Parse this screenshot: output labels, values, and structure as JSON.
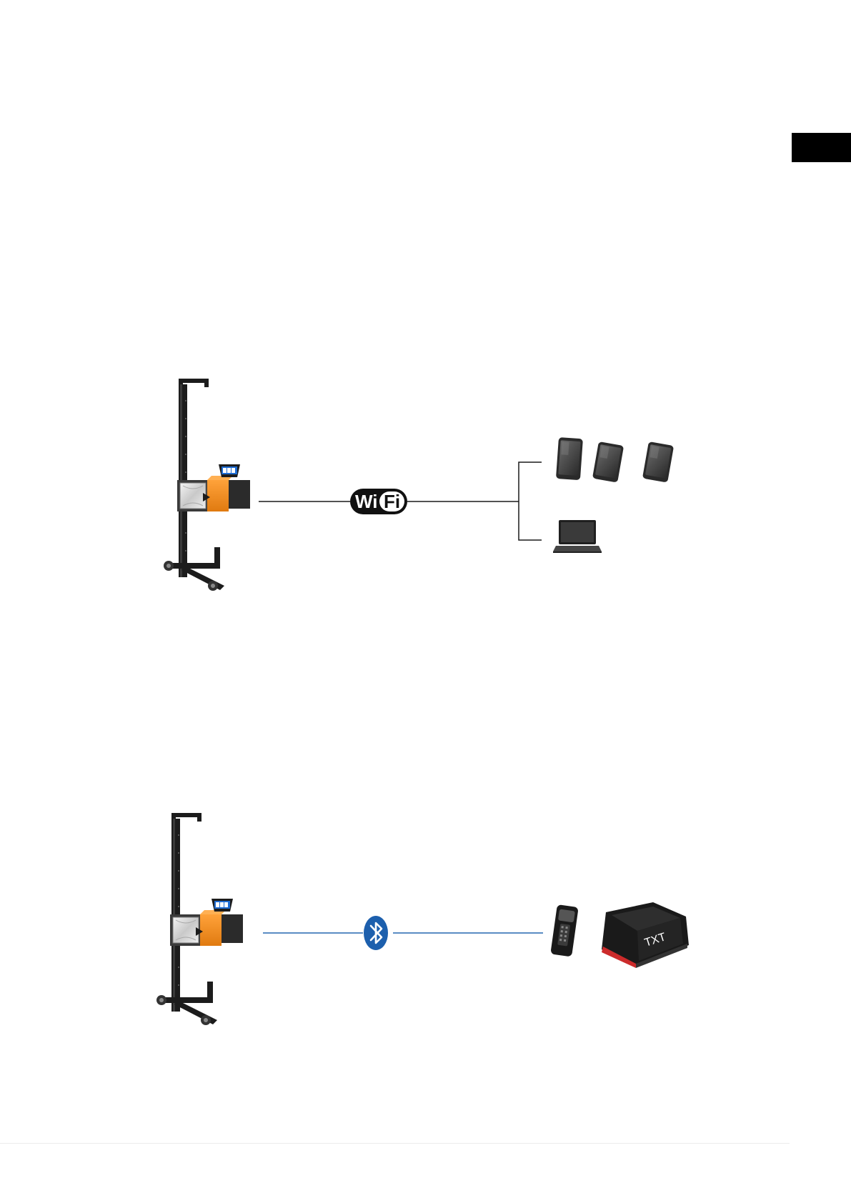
{
  "page": {
    "background": "#ffffff",
    "side_tab_color": "#000000"
  },
  "wifi_diagram": {
    "source": {
      "device": "headlight-tester-stand",
      "accent": "#f28c1c"
    },
    "link": {
      "logo_parts": [
        "Wi",
        "Fi"
      ],
      "line_color": "#1a1a1a"
    },
    "targets": [
      {
        "device": "rugged-tablet",
        "count": 3
      },
      {
        "device": "laptop",
        "count": 1
      }
    ]
  },
  "bluetooth_diagram": {
    "source": {
      "device": "headlight-tester-stand",
      "accent": "#f28c1c"
    },
    "link": {
      "icon": "bluetooth-icon",
      "line_color": "#2466b0",
      "icon_color": "#1c5fad"
    },
    "targets": [
      {
        "device": "obd-dongle"
      },
      {
        "device": "diagnostic-interface",
        "label": "TXT"
      }
    ]
  }
}
